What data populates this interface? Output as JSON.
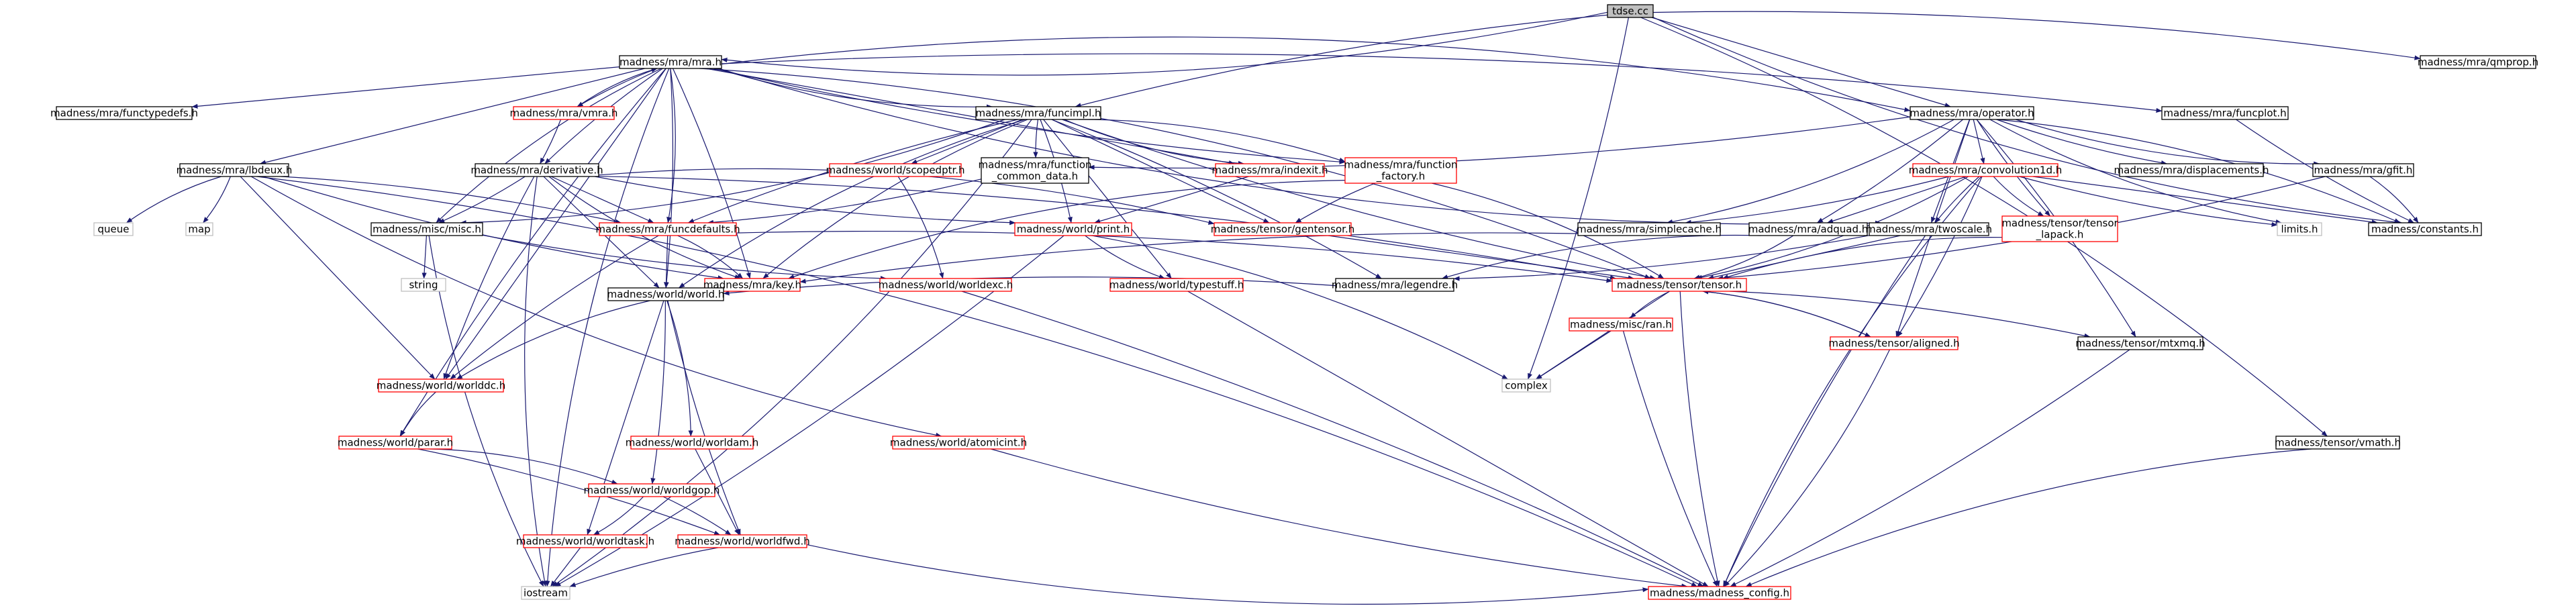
{
  "colors": {
    "edge": "#191970",
    "black_border": "#000000",
    "red_border": "#ff0000",
    "gray_border": "#bfbfbf",
    "root_fill": "#bfbfbf"
  },
  "nodes": {
    "tdse": {
      "label": [
        "tdse.cc"
      ],
      "style": "root"
    },
    "mra": {
      "label": [
        "madness/mra/mra.h"
      ],
      "style": "black"
    },
    "qmprop": {
      "label": [
        "madness/mra/qmprop.h"
      ],
      "style": "black"
    },
    "functypedefs": {
      "label": [
        "madness/mra/functypedefs.h"
      ],
      "style": "black"
    },
    "vmra": {
      "label": [
        "madness/mra/vmra.h"
      ],
      "style": "red"
    },
    "funcimpl": {
      "label": [
        "madness/mra/funcimpl.h"
      ],
      "style": "black"
    },
    "operator": {
      "label": [
        "madness/mra/operator.h"
      ],
      "style": "black"
    },
    "funcplot": {
      "label": [
        "madness/mra/funcplot.h"
      ],
      "style": "black"
    },
    "lbdeux": {
      "label": [
        "madness/mra/lbdeux.h"
      ],
      "style": "black"
    },
    "derivative": {
      "label": [
        "madness/mra/derivative.h"
      ],
      "style": "black"
    },
    "scopedptr": {
      "label": [
        "madness/world/scopedptr.h"
      ],
      "style": "red"
    },
    "function_common_data": {
      "label": [
        "madness/mra/function",
        "_common_data.h"
      ],
      "style": "black"
    },
    "indexit": {
      "label": [
        "madness/mra/indexit.h"
      ],
      "style": "red"
    },
    "function_factory": {
      "label": [
        "madness/mra/function",
        "_factory.h"
      ],
      "style": "red"
    },
    "convolution1d": {
      "label": [
        "madness/mra/convolution1d.h"
      ],
      "style": "red"
    },
    "displacements": {
      "label": [
        "madness/mra/displacements.h"
      ],
      "style": "black"
    },
    "gfit": {
      "label": [
        "madness/mra/gfit.h"
      ],
      "style": "black"
    },
    "queue": {
      "label": [
        "queue"
      ],
      "style": "gray"
    },
    "map": {
      "label": [
        "map"
      ],
      "style": "gray"
    },
    "misc": {
      "label": [
        "madness/misc/misc.h"
      ],
      "style": "black"
    },
    "funcdefaults": {
      "label": [
        "madness/mra/funcdefaults.h"
      ],
      "style": "red"
    },
    "print": {
      "label": [
        "madness/world/print.h"
      ],
      "style": "red"
    },
    "gentensor": {
      "label": [
        "madness/tensor/gentensor.h"
      ],
      "style": "red"
    },
    "simplecache": {
      "label": [
        "madness/mra/simplecache.h"
      ],
      "style": "black"
    },
    "adquad": {
      "label": [
        "madness/mra/adquad.h"
      ],
      "style": "black"
    },
    "twoscale": {
      "label": [
        "madness/mra/twoscale.h"
      ],
      "style": "black"
    },
    "tensor_lapack": {
      "label": [
        "madness/tensor/tensor",
        "_lapack.h"
      ],
      "style": "red"
    },
    "limits": {
      "label": [
        "limits.h"
      ],
      "style": "gray"
    },
    "constants": {
      "label": [
        "madness/constants.h"
      ],
      "style": "black"
    },
    "string": {
      "label": [
        "string"
      ],
      "style": "gray"
    },
    "key": {
      "label": [
        "madness/mra/key.h"
      ],
      "style": "red"
    },
    "worldexc": {
      "label": [
        "madness/world/worldexc.h"
      ],
      "style": "red"
    },
    "typestuff": {
      "label": [
        "madness/world/typestuff.h"
      ],
      "style": "red"
    },
    "legendre": {
      "label": [
        "madness/mra/legendre.h"
      ],
      "style": "black"
    },
    "tensor": {
      "label": [
        "madness/tensor/tensor.h"
      ],
      "style": "red"
    },
    "world": {
      "label": [
        "madness/world/world.h"
      ],
      "style": "black"
    },
    "ran": {
      "label": [
        "madness/misc/ran.h"
      ],
      "style": "red"
    },
    "aligned": {
      "label": [
        "madness/tensor/aligned.h"
      ],
      "style": "red"
    },
    "mtxmq": {
      "label": [
        "madness/tensor/mtxmq.h"
      ],
      "style": "black"
    },
    "worlddc": {
      "label": [
        "madness/world/worlddc.h"
      ],
      "style": "red"
    },
    "complex": {
      "label": [
        "complex"
      ],
      "style": "gray"
    },
    "parar": {
      "label": [
        "madness/world/parar.h"
      ],
      "style": "red"
    },
    "worldam": {
      "label": [
        "madness/world/worldam.h"
      ],
      "style": "red"
    },
    "atomicint": {
      "label": [
        "madness/world/atomicint.h"
      ],
      "style": "red"
    },
    "vmath": {
      "label": [
        "madness/tensor/vmath.h"
      ],
      "style": "black"
    },
    "worldgop": {
      "label": [
        "madness/world/worldgop.h"
      ],
      "style": "red"
    },
    "worldtask": {
      "label": [
        "madness/world/worldtask.h"
      ],
      "style": "red"
    },
    "worldfwd": {
      "label": [
        "madness/world/worldfwd.h"
      ],
      "style": "red"
    },
    "iostream": {
      "label": [
        "iostream"
      ],
      "style": "gray"
    },
    "madness_config": {
      "label": [
        "madness/madness_config.h"
      ],
      "style": "red"
    }
  },
  "edges": [
    [
      "tdse",
      "mra"
    ],
    [
      "tdse",
      "qmprop"
    ],
    [
      "tdse",
      "operator"
    ],
    [
      "tdse",
      "funcimpl"
    ],
    [
      "tdse",
      "constants"
    ],
    [
      "tdse",
      "vmath"
    ],
    [
      "tdse",
      "complex"
    ],
    [
      "mra",
      "functypedefs"
    ],
    [
      "mra",
      "vmra"
    ],
    [
      "mra",
      "funcimpl"
    ],
    [
      "mra",
      "operator"
    ],
    [
      "mra",
      "funcplot"
    ],
    [
      "mra",
      "lbdeux"
    ],
    [
      "mra",
      "derivative"
    ],
    [
      "mra",
      "misc"
    ],
    [
      "mra",
      "funcdefaults"
    ],
    [
      "mra",
      "key"
    ],
    [
      "mra",
      "indexit"
    ],
    [
      "mra",
      "function_factory"
    ],
    [
      "mra",
      "twoscale"
    ],
    [
      "mra",
      "tensor"
    ],
    [
      "mra",
      "world"
    ],
    [
      "mra",
      "worlddc"
    ],
    [
      "mra",
      "parar"
    ],
    [
      "mra",
      "iostream"
    ],
    [
      "vmra",
      "mra"
    ],
    [
      "vmra",
      "derivative"
    ],
    [
      "funcimpl",
      "scopedptr"
    ],
    [
      "funcimpl",
      "function_common_data"
    ],
    [
      "funcimpl",
      "indexit"
    ],
    [
      "funcimpl",
      "function_factory"
    ],
    [
      "funcimpl",
      "print"
    ],
    [
      "funcimpl",
      "gentensor"
    ],
    [
      "funcimpl",
      "funcdefaults"
    ],
    [
      "funcimpl",
      "key"
    ],
    [
      "funcimpl",
      "misc"
    ],
    [
      "funcimpl",
      "legendre"
    ],
    [
      "funcimpl",
      "typestuff"
    ],
    [
      "funcimpl",
      "tensor"
    ],
    [
      "funcimpl",
      "world"
    ],
    [
      "funcimpl",
      "iostream"
    ],
    [
      "operator",
      "function_common_data"
    ],
    [
      "operator",
      "convolution1d"
    ],
    [
      "operator",
      "displacements"
    ],
    [
      "operator",
      "gfit"
    ],
    [
      "operator",
      "simplecache"
    ],
    [
      "operator",
      "adquad"
    ],
    [
      "operator",
      "twoscale"
    ],
    [
      "operator",
      "tensor_lapack"
    ],
    [
      "operator",
      "limits"
    ],
    [
      "operator",
      "constants"
    ],
    [
      "operator",
      "mtxmq"
    ],
    [
      "operator",
      "aligned"
    ],
    [
      "funcplot",
      "constants"
    ],
    [
      "lbdeux",
      "queue"
    ],
    [
      "lbdeux",
      "map"
    ],
    [
      "lbdeux",
      "funcdefaults"
    ],
    [
      "lbdeux",
      "worlddc"
    ],
    [
      "lbdeux",
      "key"
    ],
    [
      "lbdeux",
      "atomicint"
    ],
    [
      "lbdeux",
      "madness_config"
    ],
    [
      "derivative",
      "misc"
    ],
    [
      "derivative",
      "funcdefaults"
    ],
    [
      "derivative",
      "print"
    ],
    [
      "derivative",
      "key"
    ],
    [
      "derivative",
      "gentensor"
    ],
    [
      "derivative",
      "tensor"
    ],
    [
      "derivative",
      "world"
    ],
    [
      "derivative",
      "worlddc"
    ],
    [
      "derivative",
      "iostream"
    ],
    [
      "scopedptr",
      "worldexc"
    ],
    [
      "function_common_data",
      "funcdefaults"
    ],
    [
      "indexit",
      "print"
    ],
    [
      "function_factory",
      "gentensor"
    ],
    [
      "function_factory",
      "key"
    ],
    [
      "function_factory",
      "tensor"
    ],
    [
      "convolution1d",
      "simplecache"
    ],
    [
      "convolution1d",
      "adquad"
    ],
    [
      "convolution1d",
      "twoscale"
    ],
    [
      "convolution1d",
      "tensor_lapack"
    ],
    [
      "convolution1d",
      "tensor"
    ],
    [
      "convolution1d",
      "aligned"
    ],
    [
      "convolution1d",
      "constants"
    ],
    [
      "convolution1d",
      "limits"
    ],
    [
      "convolution1d",
      "madness_config"
    ],
    [
      "gfit",
      "constants"
    ],
    [
      "gfit",
      "tensor"
    ],
    [
      "misc",
      "string"
    ],
    [
      "misc",
      "worldexc"
    ],
    [
      "misc",
      "iostream"
    ],
    [
      "funcdefaults",
      "key"
    ],
    [
      "funcdefaults",
      "tensor"
    ],
    [
      "funcdefaults",
      "world"
    ],
    [
      "funcdefaults",
      "worlddc"
    ],
    [
      "print",
      "typestuff"
    ],
    [
      "print",
      "complex"
    ],
    [
      "print",
      "iostream"
    ],
    [
      "gentensor",
      "tensor"
    ],
    [
      "simplecache",
      "key"
    ],
    [
      "adquad",
      "legendre"
    ],
    [
      "adquad",
      "tensor"
    ],
    [
      "twoscale",
      "legendre"
    ],
    [
      "twoscale",
      "tensor"
    ],
    [
      "twoscale",
      "madness_config"
    ],
    [
      "tensor_lapack",
      "tensor"
    ],
    [
      "key",
      "world"
    ],
    [
      "worldexc",
      "madness_config"
    ],
    [
      "typestuff",
      "madness_config"
    ],
    [
      "legendre",
      "world"
    ],
    [
      "tensor",
      "ran"
    ],
    [
      "tensor",
      "aligned"
    ],
    [
      "tensor",
      "mtxmq"
    ],
    [
      "tensor",
      "complex"
    ],
    [
      "tensor",
      "madness_config"
    ],
    [
      "aligned",
      "tensor"
    ],
    [
      "aligned",
      "madness_config"
    ],
    [
      "mtxmq",
      "madness_config"
    ],
    [
      "ran",
      "complex"
    ],
    [
      "ran",
      "madness_config"
    ],
    [
      "world",
      "worlddc"
    ],
    [
      "world",
      "worldam"
    ],
    [
      "world",
      "worldgop"
    ],
    [
      "world",
      "worldtask"
    ],
    [
      "world",
      "worldfwd"
    ],
    [
      "worlddc",
      "parar"
    ],
    [
      "parar",
      "worldgop"
    ],
    [
      "parar",
      "worldfwd"
    ],
    [
      "worldam",
      "worldfwd"
    ],
    [
      "atomicint",
      "madness_config"
    ],
    [
      "vmath",
      "madness_config"
    ],
    [
      "worldgop",
      "worldtask"
    ],
    [
      "worldgop",
      "worldfwd"
    ],
    [
      "worldtask",
      "iostream"
    ],
    [
      "worldfwd",
      "iostream"
    ],
    [
      "worldfwd",
      "madness_config"
    ]
  ]
}
